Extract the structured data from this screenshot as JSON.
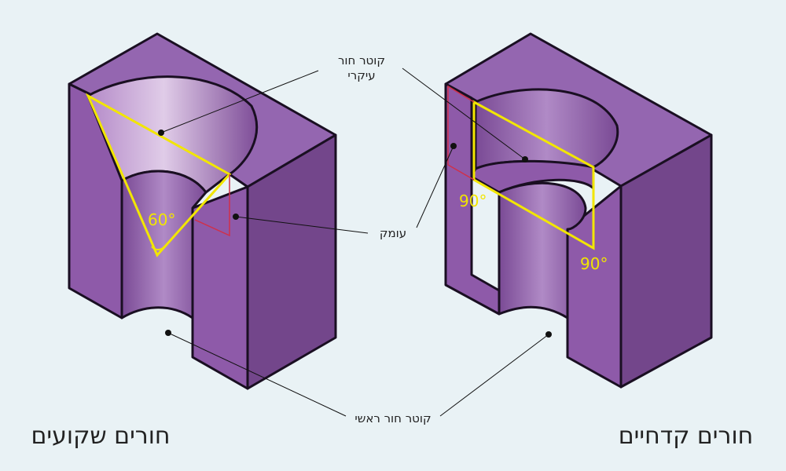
{
  "labels": {
    "main_hole_diameter_top": "קוטר חור",
    "main_hole_diameter_bottom": "עיקרי",
    "depth": "עומק",
    "head_hole_diameter": "קוטר חור ראשי",
    "countersunk_title": "חורים שקועים",
    "counterbored_title": "חורים קדחיים"
  },
  "angles": {
    "countersunk": "60°",
    "counterbore_left": "90°",
    "counterbore_right": "90°"
  },
  "colors": {
    "background": "#e9f2f5",
    "face_top": "#9466b0",
    "face_front": "#8e5aa9",
    "face_side": "#73468b",
    "bore_light": "#d9c2e4",
    "guide_yellow": "#f2e600",
    "depth_red": "#d0304a"
  }
}
